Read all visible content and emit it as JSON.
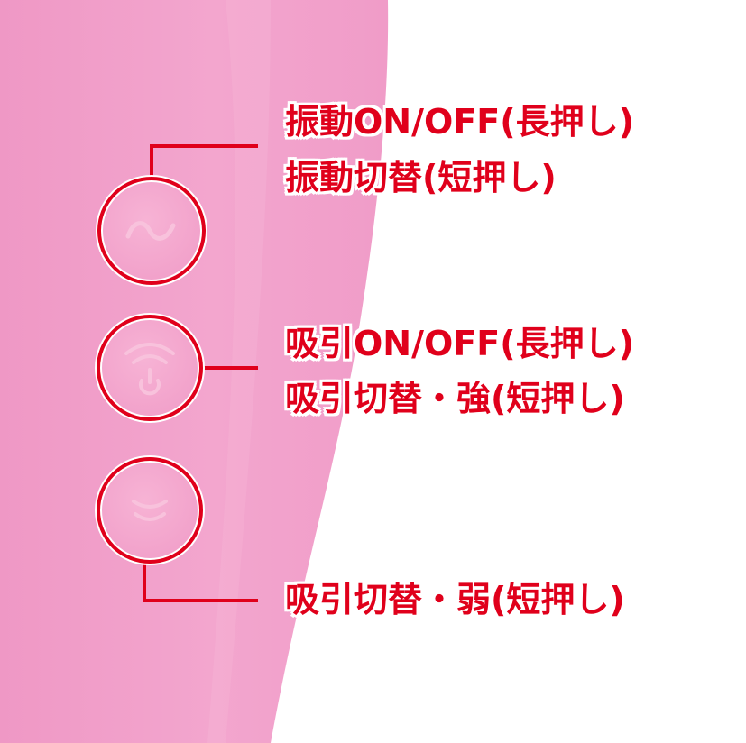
{
  "colors": {
    "body_pink": "#f19ec9",
    "button_pink": "#f5a9cf",
    "callout_red": "#e0001b",
    "icon_pink": "#f7b9d8"
  },
  "buttons": [
    {
      "icon": "wave-icon",
      "lines": [
        "振動ON/OFF(長押し)",
        "振動切替(短押し)"
      ]
    },
    {
      "icon": "suction-power-icon",
      "lines": [
        "吸引ON/OFF(長押し)",
        "吸引切替・強(短押し)"
      ]
    },
    {
      "icon": "suction-weak-icon",
      "lines": [
        "吸引切替・弱(短押し)"
      ]
    }
  ]
}
